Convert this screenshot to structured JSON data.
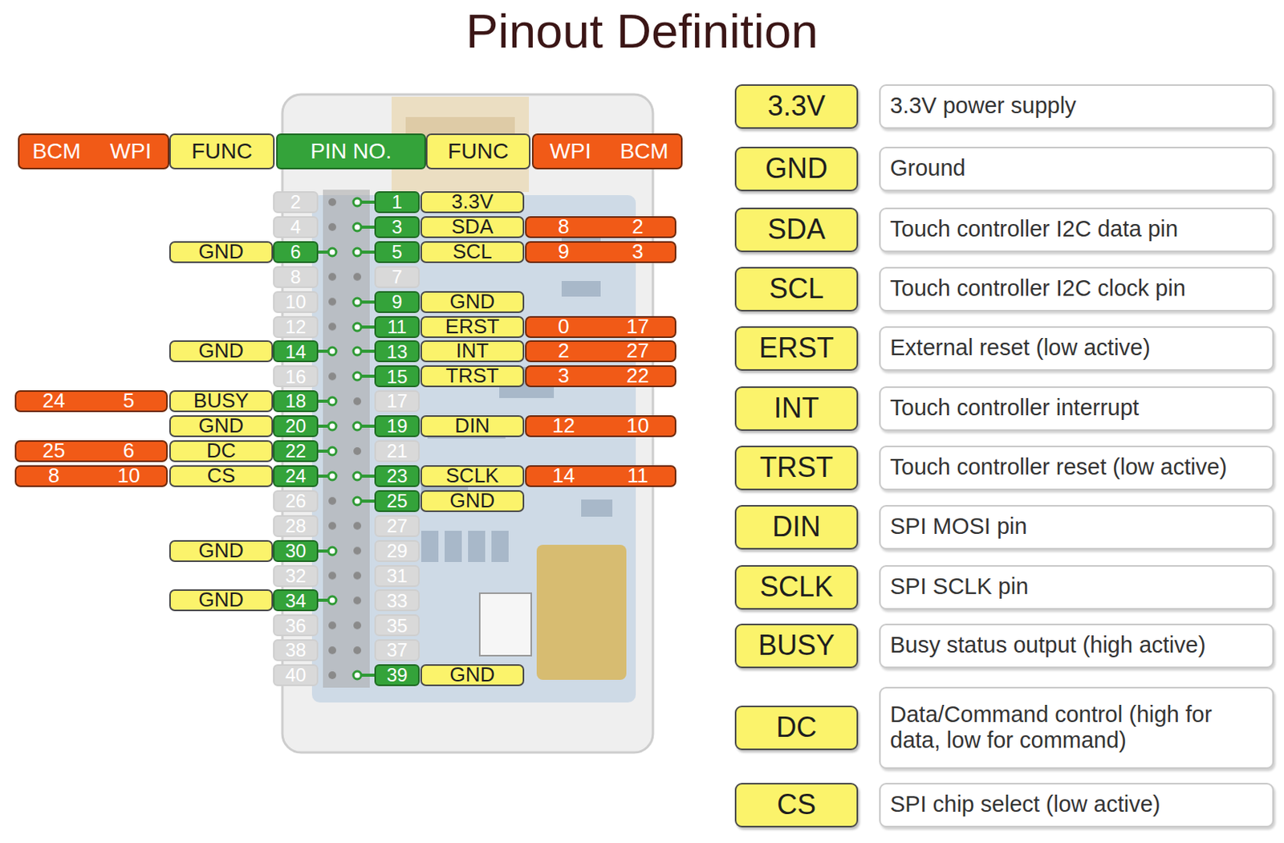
{
  "diagram": {
    "title": "Pinout Definition",
    "nodes": [
      {
        "text": [
          "BCM",
          "WPI"
        ]
      },
      {
        "text": [
          "FUNC"
        ]
      },
      {
        "text": [
          "PIN NO."
        ]
      },
      {
        "text": [
          "FUNC"
        ]
      },
      {
        "text": [
          "WPI",
          "BCM"
        ]
      },
      {
        "text": [
          "2"
        ]
      },
      {
        "text": [
          "1"
        ]
      },
      {
        "text": [
          "3.3V"
        ]
      },
      {
        "text": [
          "4"
        ]
      },
      {
        "text": [
          "3"
        ]
      },
      {
        "text": [
          "SDA"
        ]
      },
      {
        "text": [
          "8",
          "2"
        ]
      },
      {
        "text": [
          "GND"
        ]
      },
      {
        "text": [
          "6"
        ]
      },
      {
        "text": [
          "5"
        ]
      },
      {
        "text": [
          "SCL"
        ]
      },
      {
        "text": [
          "9",
          "3"
        ]
      },
      {
        "text": [
          "8"
        ]
      },
      {
        "text": [
          "7"
        ]
      },
      {
        "text": [
          "10"
        ]
      },
      {
        "text": [
          "9"
        ]
      },
      {
        "text": [
          "GND"
        ]
      },
      {
        "text": [
          "12"
        ]
      },
      {
        "text": [
          "11"
        ]
      },
      {
        "text": [
          "ERST"
        ]
      },
      {
        "text": [
          "0",
          "17"
        ]
      },
      {
        "text": [
          "GND"
        ]
      },
      {
        "text": [
          "14"
        ]
      },
      {
        "text": [
          "13"
        ]
      },
      {
        "text": [
          "INT"
        ]
      },
      {
        "text": [
          "2",
          "27"
        ]
      },
      {
        "text": [
          "16"
        ]
      },
      {
        "text": [
          "15"
        ]
      },
      {
        "text": [
          "TRST"
        ]
      },
      {
        "text": [
          "3",
          "22"
        ]
      },
      {
        "text": [
          "24",
          "5"
        ]
      },
      {
        "text": [
          "BUSY"
        ]
      },
      {
        "text": [
          "18"
        ]
      },
      {
        "text": [
          "17"
        ]
      },
      {
        "text": [
          "GND"
        ]
      },
      {
        "text": [
          "20"
        ]
      },
      {
        "text": [
          "19"
        ]
      },
      {
        "text": [
          "DIN"
        ]
      },
      {
        "text": [
          "12",
          "10"
        ]
      },
      {
        "text": [
          "25",
          "6"
        ]
      },
      {
        "text": [
          "DC"
        ]
      },
      {
        "text": [
          "22"
        ]
      },
      {
        "text": [
          "21"
        ]
      },
      {
        "text": [
          "8",
          "10"
        ]
      },
      {
        "text": [
          "CS"
        ]
      },
      {
        "text": [
          "24"
        ]
      },
      {
        "text": [
          "23"
        ]
      },
      {
        "text": [
          "SCLK"
        ]
      },
      {
        "text": [
          "14",
          "11"
        ]
      },
      {
        "text": [
          "26"
        ]
      },
      {
        "text": [
          "25"
        ]
      },
      {
        "text": [
          "GND"
        ]
      },
      {
        "text": [
          "28"
        ]
      },
      {
        "text": [
          "27"
        ]
      },
      {
        "text": [
          "GND"
        ]
      },
      {
        "text": [
          "30"
        ]
      },
      {
        "text": [
          "29"
        ]
      },
      {
        "text": [
          "32"
        ]
      },
      {
        "text": [
          "31"
        ]
      },
      {
        "text": [
          "GND"
        ]
      },
      {
        "text": [
          "34"
        ]
      },
      {
        "text": [
          "33"
        ]
      },
      {
        "text": [
          "36"
        ]
      },
      {
        "text": [
          "35"
        ]
      },
      {
        "text": [
          "38"
        ]
      },
      {
        "text": [
          "37"
        ]
      },
      {
        "text": [
          "40"
        ]
      },
      {
        "text": [
          "39"
        ]
      },
      {
        "text": [
          "GND"
        ]
      },
      {
        "text": [
          "3.3V"
        ]
      },
      {
        "text": [
          "3.3V power supply"
        ]
      },
      {
        "text": [
          "GND"
        ]
      },
      {
        "text": [
          "Ground"
        ]
      },
      {
        "text": [
          "SDA"
        ]
      },
      {
        "text": [
          "Touch controller I2C data pin"
        ]
      },
      {
        "text": [
          "SCL"
        ]
      },
      {
        "text": [
          "Touch controller I2C clock pin"
        ]
      },
      {
        "text": [
          "ERST"
        ]
      },
      {
        "text": [
          "External reset (low active)"
        ]
      },
      {
        "text": [
          "INT"
        ]
      },
      {
        "text": [
          "Touch controller interrupt"
        ]
      },
      {
        "text": [
          "TRST"
        ]
      },
      {
        "text": [
          "Touch controller reset (low active)"
        ]
      },
      {
        "text": [
          "DIN"
        ]
      },
      {
        "text": [
          "SPI MOSI pin"
        ]
      },
      {
        "text": [
          "SCLK"
        ]
      },
      {
        "text": [
          "SPI SCLK pin"
        ]
      },
      {
        "text": [
          "BUSY"
        ]
      },
      {
        "text": [
          "Busy status output (high active)"
        ]
      },
      {
        "text": [
          "DC"
        ]
      },
      {
        "text": [
          "Data/Command control (high for data, low for command)"
        ]
      },
      {
        "text": [
          "CS"
        ]
      },
      {
        "text": [
          "SPI chip select (low active)"
        ]
      }
    ]
  }
}
